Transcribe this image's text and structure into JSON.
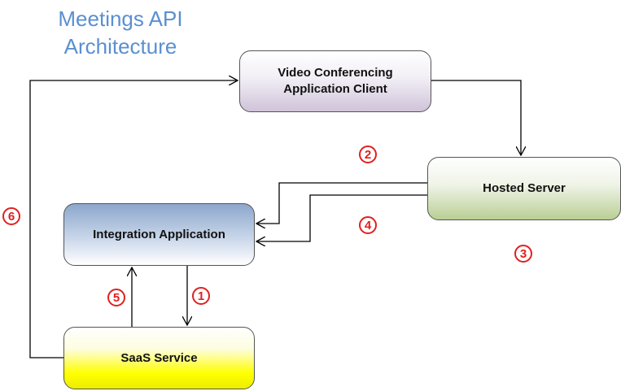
{
  "title": "Meetings API Architecture",
  "nodes": {
    "video_client": "Video Conferencing Application Client",
    "hosted_server": "Hosted Server",
    "integration_app": "Integration Application",
    "saas_service": "SaaS Service"
  },
  "steps": [
    "1",
    "2",
    "3",
    "4",
    "5",
    "6"
  ],
  "colors": {
    "title": "#5b8fd0",
    "step_marker": "#e02020",
    "connector": "#000000"
  }
}
